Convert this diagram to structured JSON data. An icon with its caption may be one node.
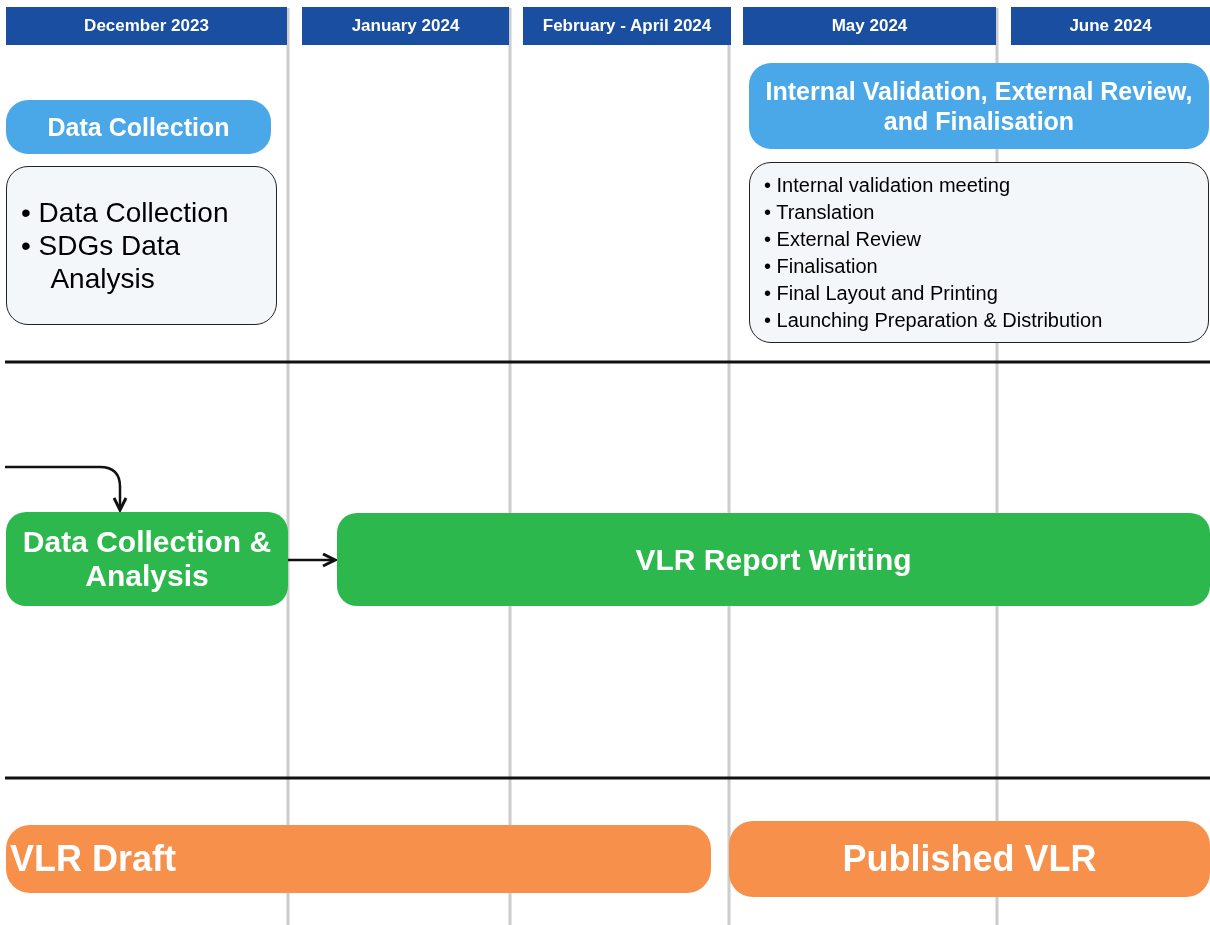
{
  "diagram": {
    "nodes": [
      {
        "text": [
          "December 2023"
        ]
      },
      {
        "text": [
          "January 2024"
        ]
      },
      {
        "text": [
          "February - April 2024"
        ]
      },
      {
        "text": [
          "May 2024"
        ]
      },
      {
        "text": [
          "June 2024"
        ]
      },
      {
        "text": [
          "Data Collection"
        ]
      },
      {
        "text": [
          "• Data Collection",
          "• SDGs Data Analysis"
        ]
      },
      {
        "text": [
          "Internal Validation, External Review, and Finalisation"
        ]
      },
      {
        "text": [
          "• Internal validation meeting",
          "• Translation",
          "• External Review",
          "• Finalisation",
          "• Final Layout and Printing",
          "• Launching Preparation & Distribution"
        ]
      },
      {
        "text": [
          "Data Collection & Analysis"
        ]
      },
      {
        "text": [
          "VLR Report Writing"
        ]
      },
      {
        "text": [
          "VLR Draft"
        ]
      },
      {
        "text": [
          "Published VLR"
        ]
      }
    ],
    "edges": [
      {
        "from": null,
        "to": 9,
        "arrow": "to"
      },
      {
        "from": 9,
        "to": 10,
        "arrow": "to"
      }
    ]
  }
}
